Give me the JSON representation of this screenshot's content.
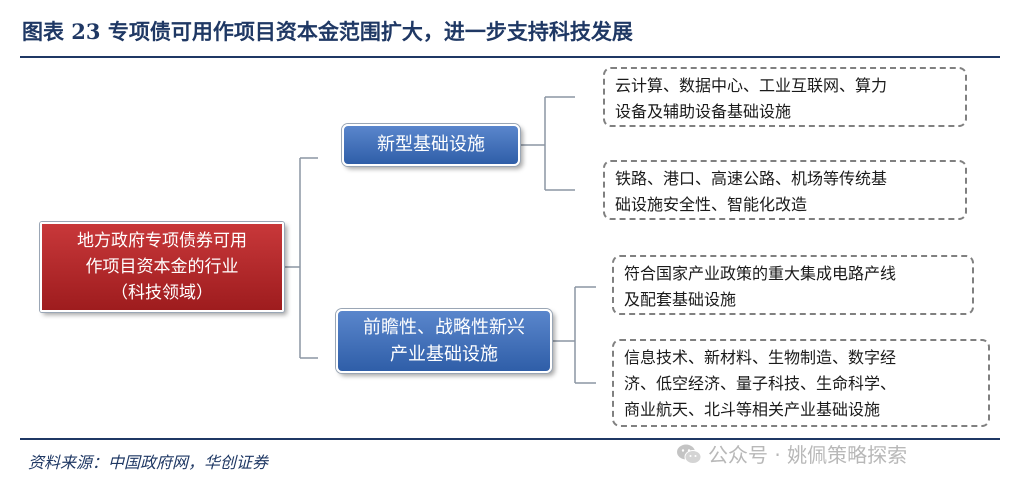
{
  "figure": {
    "title": "图表 23   专项债可用作项目资本金范围扩大，进一步支持科技发展"
  },
  "diagram": {
    "root": {
      "lines": [
        "地方政府专项债券可用",
        "作项目资本金的行业",
        "（科技领域）"
      ]
    },
    "branches": [
      {
        "lines": [
          "新型基础设施"
        ],
        "leaves": [
          [
            "云计算、数据中心、工业互联网、算力",
            "设备及辅助设备基础设施"
          ],
          [
            "铁路、港口、高速公路、机场等传统基",
            "础设施安全性、智能化改造"
          ]
        ]
      },
      {
        "lines": [
          "前瞻性、战略性新兴",
          "产业基础设施"
        ],
        "leaves": [
          [
            "符合国家产业政策的重大集成电路产线",
            "及配套基础设施"
          ],
          [
            "信息技术、新材料、生物制造、数字经",
            "济、低空经济、量子科技、生命科学、",
            "商业航天、北斗等相关产业基础设施"
          ]
        ]
      }
    ]
  },
  "source": "资料来源：中国政府网，华创证券",
  "watermark": {
    "icon": "wechat-icon",
    "text": "公众号 · 姚佩策略探索"
  },
  "colors": {
    "title": "#1f3864",
    "root_fill": "#b3292b",
    "branch_fill": "#3f6fbf",
    "connector": "#8c96a3",
    "leaf_border": "#808080"
  }
}
